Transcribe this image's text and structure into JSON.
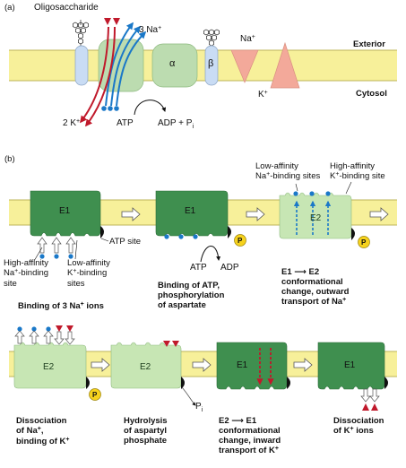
{
  "panel_a": {
    "label": "(a)",
    "oligosaccharide": "Oligosaccharide",
    "three_na": "3 Na",
    "three_na_sup": "+",
    "exterior": "Exterior",
    "cytosol": "Cytosol",
    "alpha": "α",
    "beta": "β",
    "na": "Na",
    "na_sup": "+",
    "k": "K",
    "k_sup": "+",
    "two_k": "2 K",
    "two_k_sup": "+",
    "atp": "ATP",
    "adp": "ADP + P",
    "adp_sub": "i"
  },
  "panel_b": {
    "label": "(b)",
    "e1": "E1",
    "e2": "E2",
    "atp_site": "ATP site",
    "high_na_1": "High-affinity",
    "high_na_2a": "Na",
    "high_na_2sup": "+",
    "high_na_2b": "-binding",
    "high_na_3": "site",
    "low_k_1": "Low-affinity",
    "low_k_2a": "K",
    "low_k_2sup": "+",
    "low_k_2b": "-binding",
    "low_k_3": "sites",
    "low_na_1": "Low-affinity",
    "low_na_2a": "Na",
    "low_na_2sup": "+",
    "low_na_2b": "-binding sites",
    "high_k_1": "High-affinity",
    "high_k_2a": "K",
    "high_k_2sup": "+",
    "high_k_2b": "-binding site",
    "p": "P",
    "atp": "ATP",
    "adp": "ADP",
    "pi": "P",
    "pi_sub": "i",
    "cap1": "Binding of 3 Na",
    "cap1_sup": "+",
    "cap1_b": " ions",
    "cap2_1": "Binding of ATP,",
    "cap2_2": "phosphorylation",
    "cap2_3": "of aspartate",
    "cap3_1": "E1 ⟶ E2",
    "cap3_2": "conformational",
    "cap3_3": "change, outward",
    "cap3_4a": "transport of Na",
    "cap3_4sup": "+",
    "cap4_1": "Dissociation",
    "cap4_2a": "of Na",
    "cap4_2sup": "+",
    "cap4_2b": ",",
    "cap4_3a": "binding of K",
    "cap4_3sup": "+",
    "cap5_1": "Hydrolysis",
    "cap5_2": "of aspartyl",
    "cap5_3": "phosphate",
    "cap6_1": "E2 ⟶ E1",
    "cap6_2": "conformational",
    "cap6_3a": "change, inward",
    "cap6_4a": "transport of K",
    "cap6_4sup": "+",
    "cap7_1": "Dissociation",
    "cap7_2a": "of K",
    "cap7_2sup": "+",
    "cap7_2b": " ions"
  },
  "colors": {
    "membrane": "#f7f09a",
    "membrane_edge": "#bdb55a",
    "e1_fill": "#3f8f4f",
    "e2_fill": "#c7e6b4",
    "subunit_fill": "#bcdcb0",
    "beta_fill": "#c9dcf4",
    "na_blue": "#1a78c8",
    "k_red": "#c0192b",
    "channel_salmon": "#f3a99a",
    "phosphate_yellow": "#f6d21d"
  }
}
